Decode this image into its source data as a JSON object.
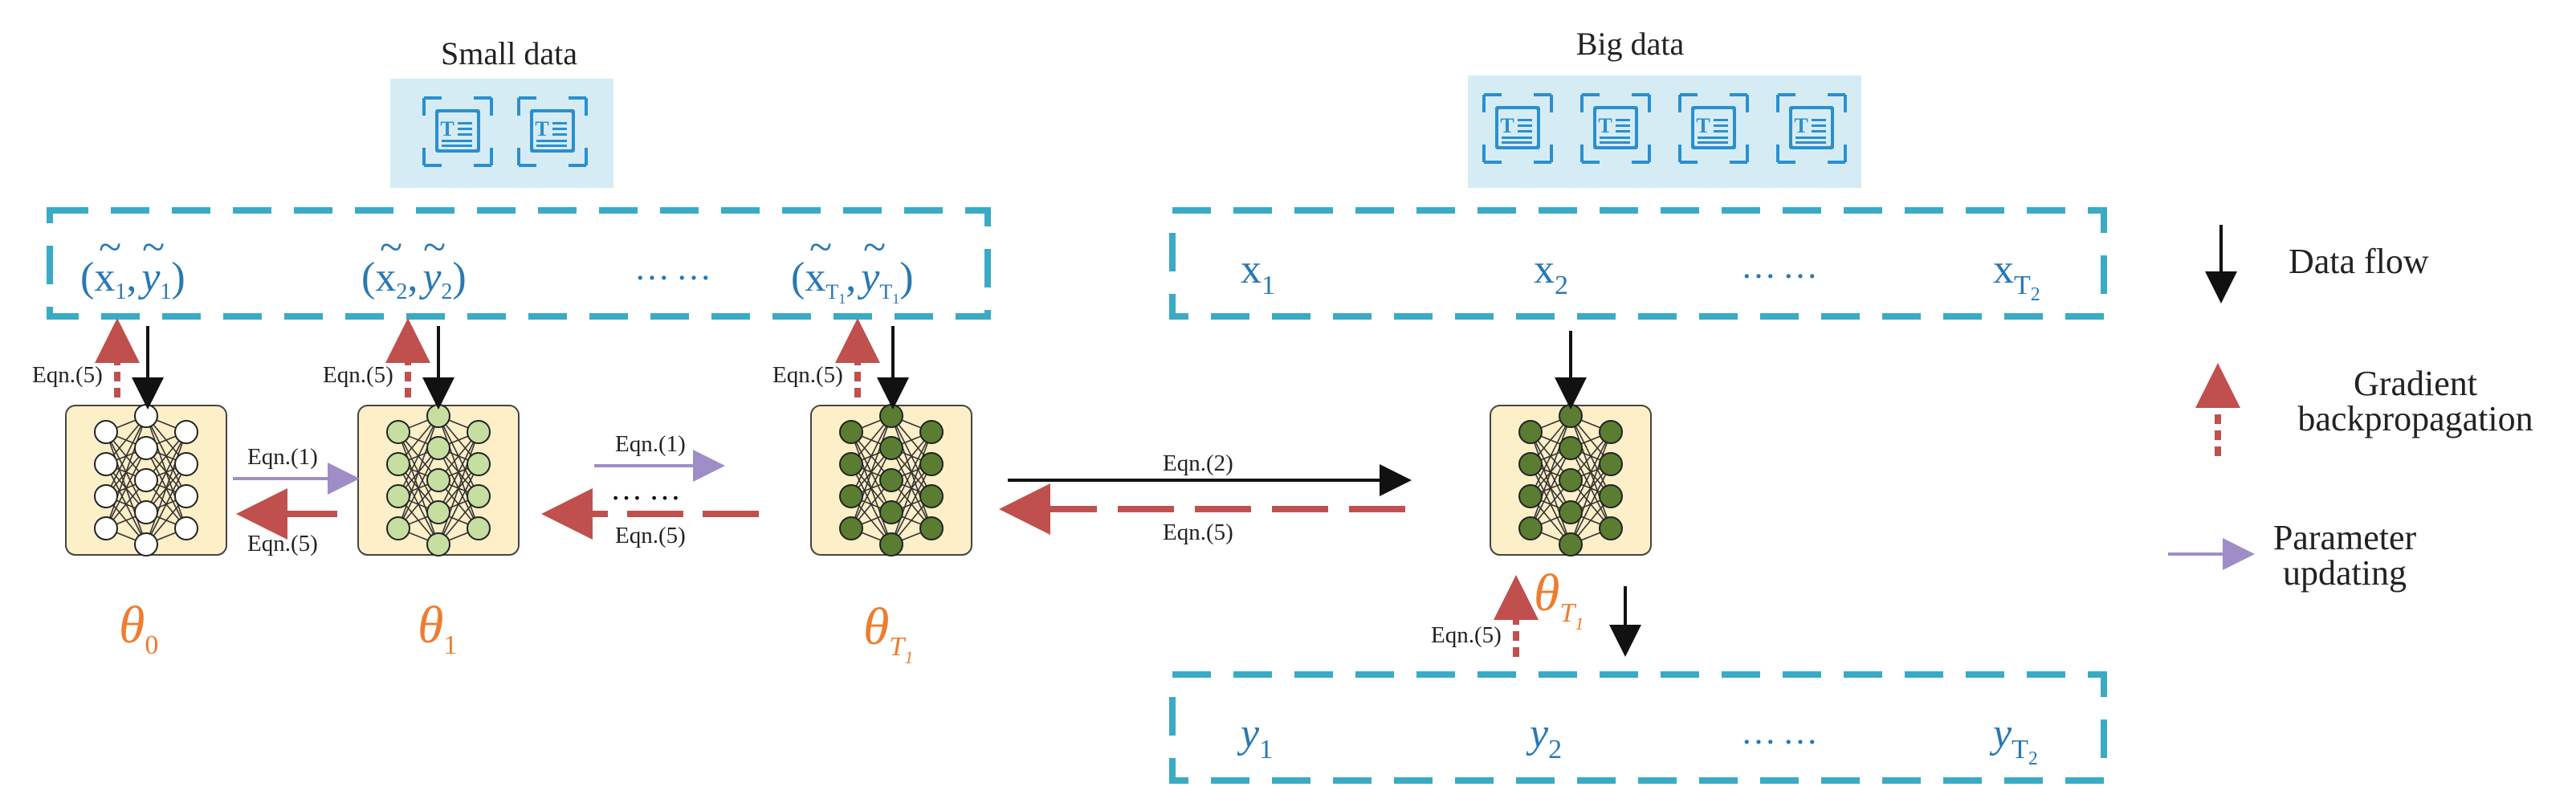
{
  "colors": {
    "dashed_box": "#3aaac5",
    "doc_panel": "#d6ecf5",
    "doc_icon": "#2a8fd0",
    "data_arrow": "#111111",
    "gradient_arrow": "#c0504d",
    "param_arrow": "#9f8dc7",
    "model_box_bg": "#fdefc8",
    "theta_text": "#ee7d2f",
    "sequence_text": "#2878b5"
  },
  "small_data": {
    "title": "Small data",
    "doc_icon_count": 2,
    "pairs": [
      {
        "x": "x",
        "x_sub": "1",
        "y": "y",
        "y_sub": "1"
      },
      {
        "x": "x",
        "x_sub": "2",
        "y": "y",
        "y_sub": "2"
      },
      {
        "x": "x",
        "x_sub": "T",
        "x_subsub": "1",
        "y": "y",
        "y_sub": "T",
        "y_subsub": "1"
      }
    ],
    "ellipsis": "……"
  },
  "big_data": {
    "title": "Big data",
    "doc_icon_count": 4,
    "inputs": [
      {
        "sym": "x",
        "sub": "1"
      },
      {
        "sym": "x",
        "sub": "2"
      },
      {
        "sym": "x",
        "sub": "T",
        "subsub": "2"
      }
    ],
    "outputs": [
      {
        "sym": "y",
        "sub": "1"
      },
      {
        "sym": "y",
        "sub": "2"
      },
      {
        "sym": "y",
        "sub": "T",
        "subsub": "2"
      }
    ],
    "ellipsis": "……"
  },
  "models": [
    {
      "theta": "θ",
      "sub": "0",
      "neuron_fill": "#ffffff"
    },
    {
      "theta": "θ",
      "sub": "1",
      "neuron_fill": "#c6dea0"
    },
    {
      "theta": "θ",
      "sub": "T",
      "subsub": "1",
      "neuron_fill": "#5a7d32"
    },
    {
      "theta": "θ",
      "sub": "T",
      "subsub": "1",
      "neuron_fill": "#5a7d32"
    }
  ],
  "equations": {
    "eq1": "Eqn.(1)",
    "eq2": "Eqn.(2)",
    "eq5": "Eqn.(5)"
  },
  "middle_dots": "……",
  "legend": {
    "data_flow": "Data flow",
    "gradient_line1": "Gradient",
    "gradient_line2": "backpropagation",
    "param_line1": "Parameter",
    "param_line2": "updating"
  }
}
